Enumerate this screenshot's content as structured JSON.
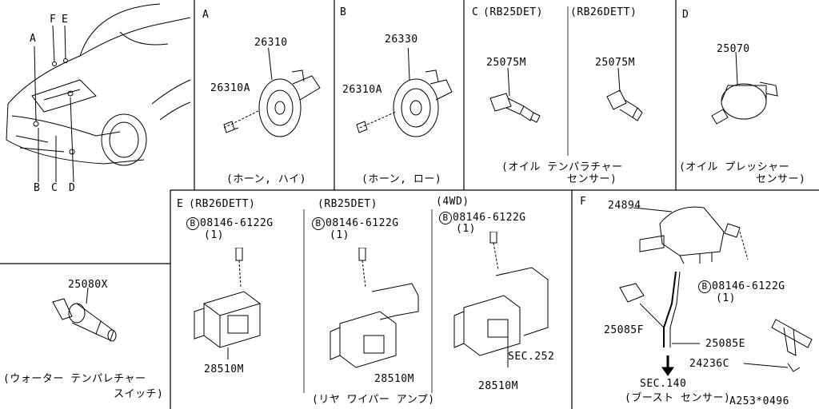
{
  "car": {
    "callouts": [
      "A",
      "F",
      "E",
      "B",
      "C",
      "D"
    ]
  },
  "sections": {
    "A": {
      "letter": "A",
      "part": "26310",
      "sub": "26310A",
      "caption": "(ホーン, ハイ)"
    },
    "B": {
      "letter": "B",
      "part": "26330",
      "sub": "26310A",
      "caption": "(ホーン, ロー)"
    },
    "C": {
      "letter": "C",
      "variant1": "(RB25DET)",
      "variant2": "(RB26DETT)",
      "part1": "25075M",
      "part2": "25075M",
      "caption1": "(オイル テンパラチャー",
      "caption2": "センサー)"
    },
    "D": {
      "letter": "D",
      "part": "25070",
      "caption1": "(オイル  プレッシャー",
      "caption2": "センサー)"
    },
    "water": {
      "part": "25080X",
      "caption1": "(ウォーター  テンパレチャー",
      "caption2": "スイッチ)"
    },
    "E": {
      "letter": "E",
      "variant1": "(RB26DETT)",
      "variant2": "(RB25DET)",
      "variant3": "(4WD)",
      "bolt_circle": "B",
      "bolt": "08146-6122G",
      "qty": "(1)",
      "part": "28510M",
      "sec": "SEC.252",
      "caption": "(リヤ ワイパー アンプ)"
    },
    "F": {
      "letter": "F",
      "part1": "24894",
      "bolt_circle": "B",
      "bolt": "08146-6122G",
      "qty": "(1)",
      "part2": "25085F",
      "part3": "25085E",
      "part4": "24236C",
      "sec": "SEC.140",
      "caption": "(ブースト センサー)",
      "code": "A253*0496"
    }
  }
}
